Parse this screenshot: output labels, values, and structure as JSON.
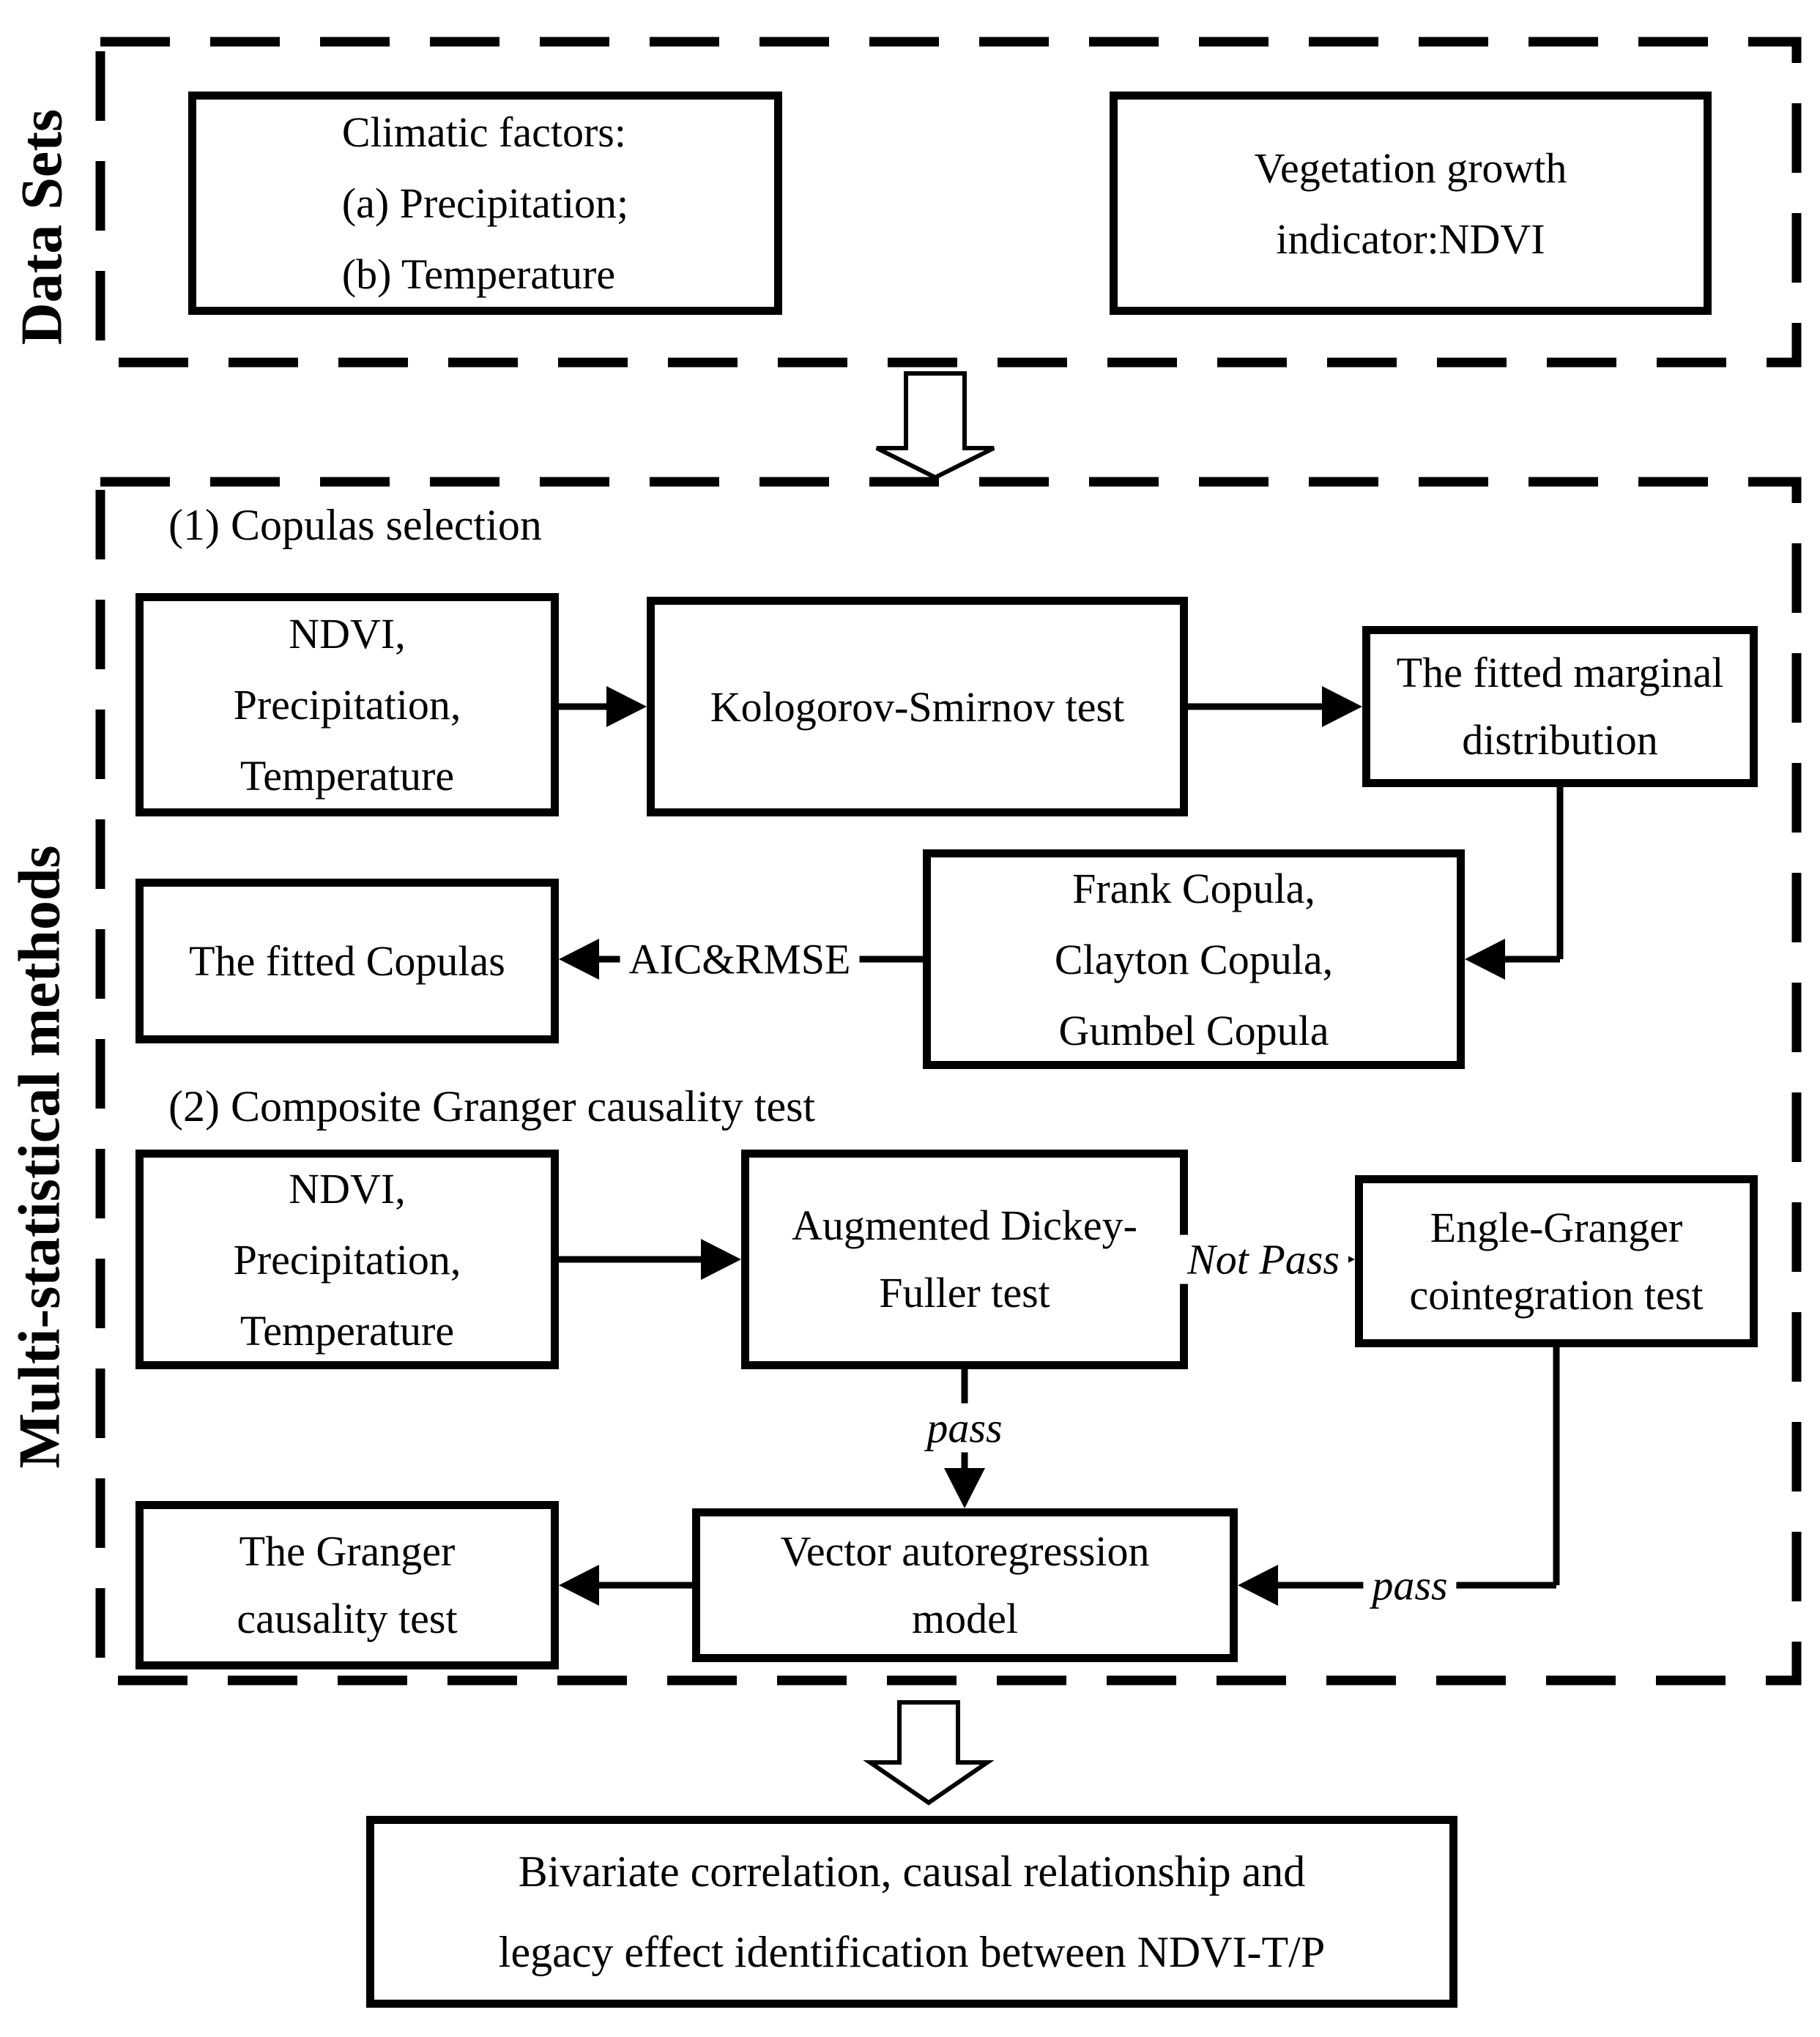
{
  "page": {
    "background": "#ffffff",
    "line_color": "#000000"
  },
  "datasets_section": {
    "label": "Data Sets",
    "climatic_box": {
      "lines": [
        "Climatic factors:",
        "(a) Precipitation;",
        "(b) Temperature"
      ]
    },
    "vegetation_box": {
      "lines": [
        "Vegetation growth",
        "indicator:NDVI"
      ]
    }
  },
  "methods_section": {
    "label": "Multi-statistical methods",
    "copulas": {
      "heading": "(1) Copulas selection",
      "variables_box": {
        "lines": [
          "NDVI,",
          "Precipitation,",
          "Temperature"
        ]
      },
      "ks_test_box": {
        "lines": [
          "Kologorov-Smirnov test"
        ]
      },
      "marginal_box": {
        "lines": [
          "The fitted marginal",
          "distribution"
        ]
      },
      "copula_candidates_box": {
        "lines": [
          "Frank Copula,",
          "Clayton Copula,",
          "Gumbel Copula"
        ]
      },
      "fitted_copulas_box": {
        "lines": [
          "The fitted Copulas"
        ]
      },
      "aic_rmse_label": "AIC&RMSE"
    },
    "granger": {
      "heading": "(2) Composite Granger causality test",
      "variables_box": {
        "lines": [
          "NDVI,",
          "Precipitation,",
          "Temperature"
        ]
      },
      "adf_box": {
        "lines": [
          "Augmented Dickey-",
          "Fuller test"
        ]
      },
      "eg_box": {
        "lines": [
          "Engle-Granger",
          "cointegration test"
        ]
      },
      "var_box": {
        "lines": [
          "Vector autoregression",
          "model"
        ]
      },
      "granger_box": {
        "lines": [
          "The Granger",
          "causality test"
        ]
      },
      "not_pass_label": "Not Pass",
      "pass_label_adf": "pass",
      "pass_label_eg": "pass"
    }
  },
  "output_box": {
    "lines": [
      "Bivariate correlation, causal relationship and",
      "legacy effect identification between NDVI-T/P"
    ]
  }
}
